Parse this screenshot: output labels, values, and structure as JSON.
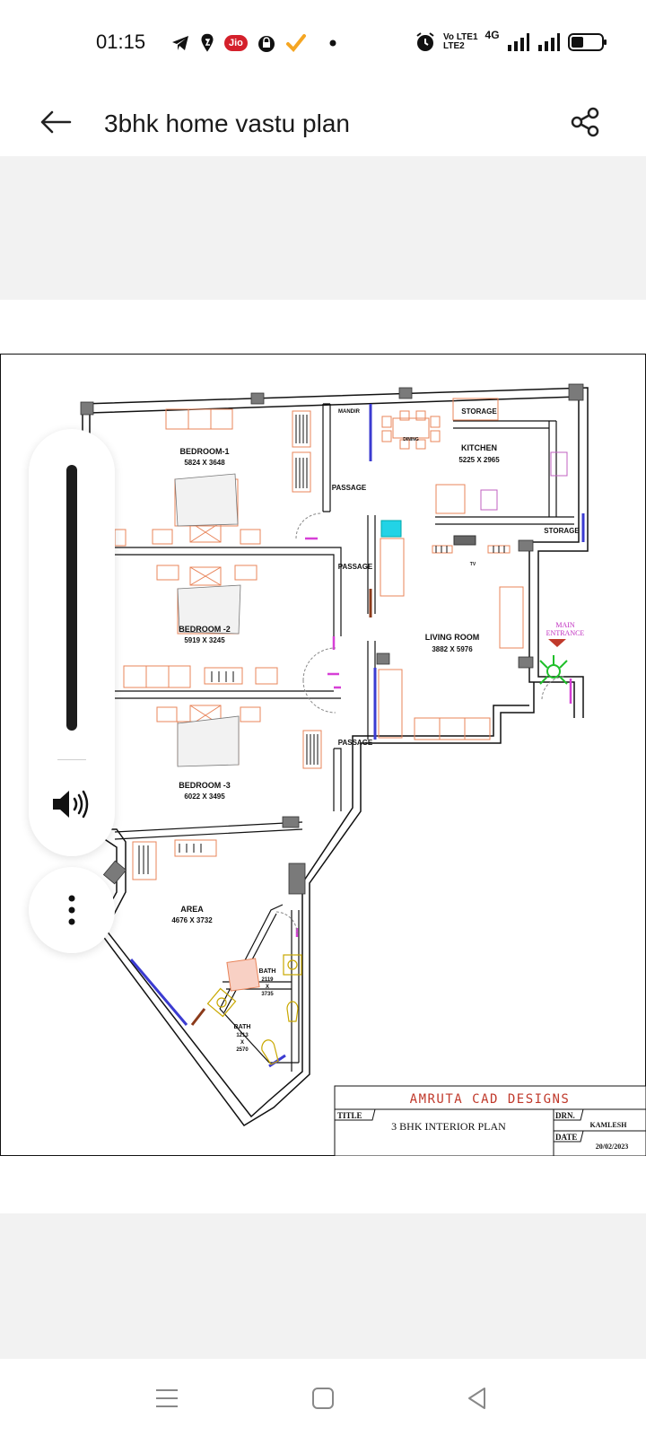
{
  "status_bar": {
    "time": "01:15",
    "left_icons": [
      "telegram-icon",
      "swiggy-icon",
      "jio-icon",
      "camera-lock-icon",
      "check-icon",
      "dot-icon"
    ],
    "jio_label": "Jio",
    "lte_line1": "Vo LTE1",
    "lte_line2": "LTE2",
    "network": "4G",
    "right_icons": [
      "alarm-icon",
      "signal-icon",
      "signal-icon",
      "battery-icon"
    ]
  },
  "app_bar": {
    "title": "3bhk home vastu plan",
    "back_icon": "arrow-left-icon",
    "share_icon": "share-icon"
  },
  "plan": {
    "rooms": {
      "mandir": "MANDIR",
      "storage_top": "STORAGE",
      "dining": "DINING",
      "kitchen": "KITCHEN",
      "kitchen_dim": "5225 X 2965",
      "bedroom1": "BEDROOM-1",
      "bedroom1_dim": "5824 X 3648",
      "passage1": "PASSAGE",
      "storage_right": "STORAGE",
      "passage2": "PASSAGE",
      "tv": "TV",
      "bedroom2": "BEDROOM -2",
      "bedroom2_dim": "5919 X 3245",
      "living": "LIVING ROOM",
      "living_dim": "3882 X 5976",
      "main_entrance_1": "MAIN",
      "main_entrance_2": "ENTRANCE",
      "passage3": "PASSAGE",
      "bedroom3": "BEDROOM -3",
      "bedroom3_dim": "6022 X 3495",
      "area": "AREA",
      "area_dim": "4676 X 3732",
      "bath1": "BATH",
      "bath1_d1": "2119",
      "bath1_x": "X",
      "bath1_d2": "3735",
      "bath2": "BATH",
      "bath2_d1": "1213",
      "bath2_x": "X",
      "bath2_d2": "2570"
    },
    "title_block": {
      "company": "AMRUTA  CAD  DESIGNS",
      "title_label": "TITLE",
      "title_value": "3  BHK  INTERIOR  PLAN",
      "drn_label": "DRN.",
      "drn_value": "KAMLESH",
      "date_label": "DATE",
      "date_value": "20/02/2023"
    },
    "colors": {
      "wall": "#111111",
      "furniture": "#e8845a",
      "door_arc": "#888888",
      "window_blue": "#3b3bd1",
      "accent_pink": "#d63fd6",
      "company_red": "#c0392b",
      "cyan": "#22d3e6",
      "plant_green": "#1fbf2a",
      "sanitary_yellow": "#c9a800"
    }
  },
  "overlay": {
    "volume_icon": "volume-icon",
    "more_icon": "more-vertical-icon"
  },
  "nav_bar": {
    "recents_icon": "recents-icon",
    "home_icon": "home-icon",
    "back_icon": "nav-back-icon"
  }
}
